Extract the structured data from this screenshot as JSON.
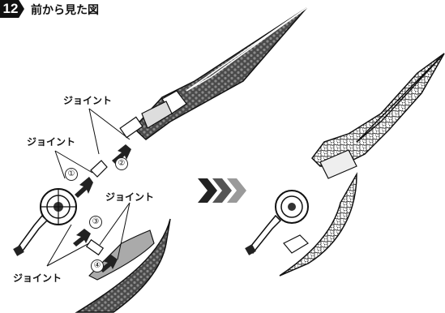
{
  "header": {
    "step_number": "12",
    "title": "前から見た図"
  },
  "callouts": {
    "joint_top": "ジョイント",
    "joint_left": "ジョイント",
    "joint_mid_right": "ジョイント",
    "joint_bottom": "ジョイント"
  },
  "steps": {
    "s1": "①",
    "s2": "②",
    "s3": "③",
    "s4": "④"
  },
  "colors": {
    "ink": "#111111",
    "hex_fill": "#555555",
    "chevron_dark": "#222222",
    "chevron_light": "#9a9a9a"
  }
}
